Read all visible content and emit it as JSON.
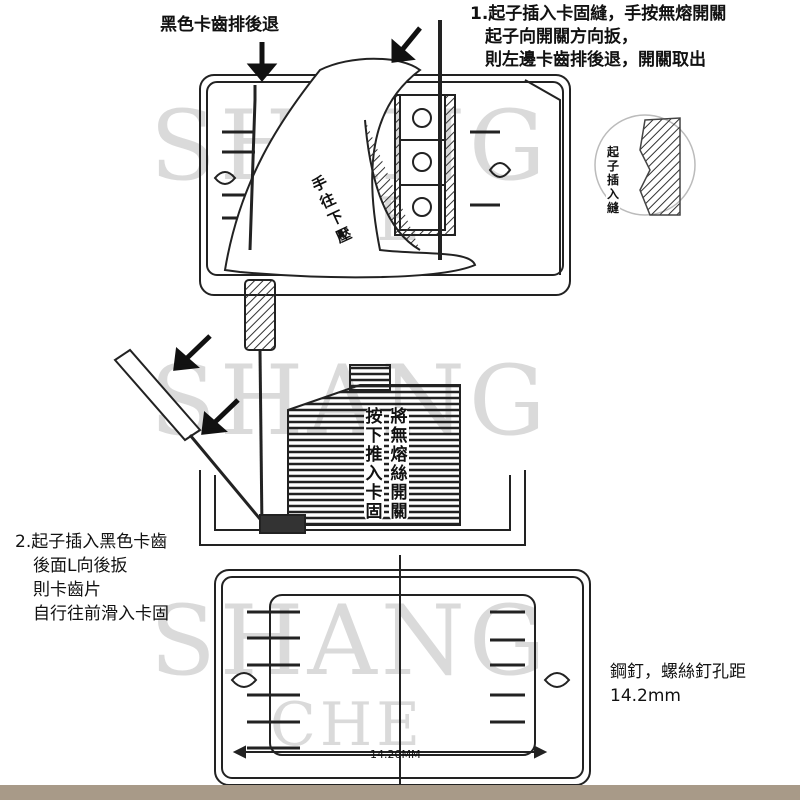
{
  "labels": {
    "black_tooth_retract": "黑色卡齒排後退",
    "step1_line1": "1.起子插入卡固縫，手按無熔開關",
    "step1_line2": "起子向開關方向扳，",
    "step1_line3": "則左邊卡齒排後退，開關取出",
    "inset_vertical": "起子插入縫",
    "hand_press": "手往下壓",
    "push_down": "按下推入卡固",
    "breaker": "將無熔絲開關",
    "step2_line1": "2.起子插入黑色卡齒",
    "step2_line2": "後面L向後扳",
    "step2_line3": "則卡齒片",
    "step2_line4": "自行往前滑入卡固",
    "screw_note_line1": "鋼釘，螺絲釘孔距",
    "screw_note_line2": "14.2mm",
    "dimension": "14.20MM"
  },
  "watermark": {
    "line1": "SHANG",
    "line2": "CHE"
  },
  "colors": {
    "bottom_strip": "#a89a88",
    "hatch": "#333333"
  }
}
